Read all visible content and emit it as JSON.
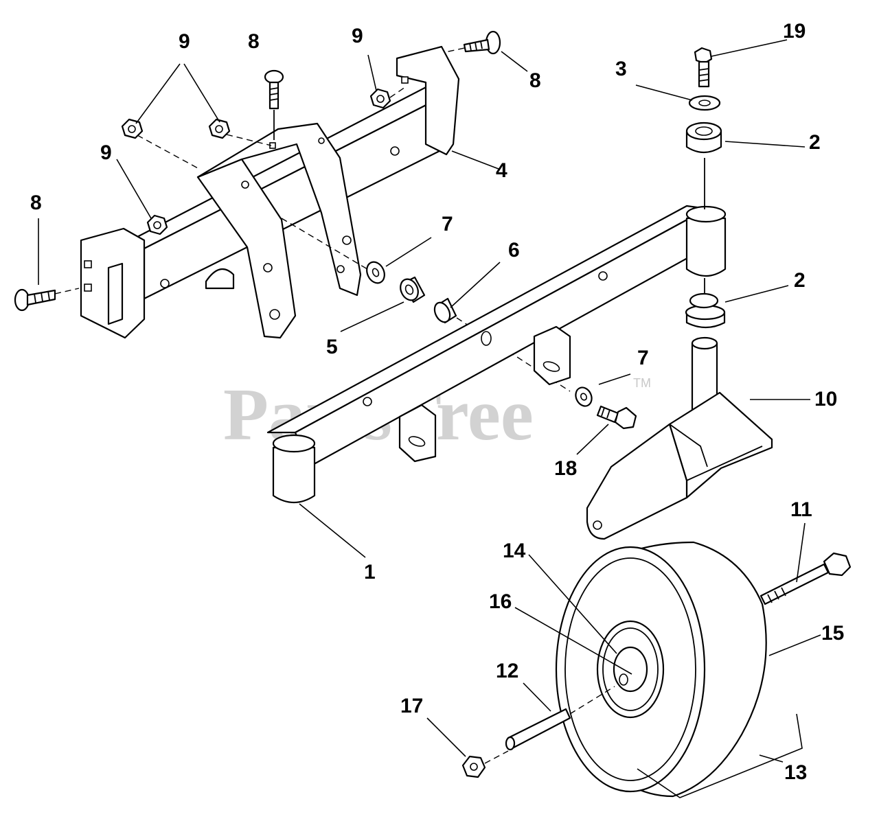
{
  "diagram": {
    "watermark": "PartsTree",
    "trademark": "TM",
    "callouts": [
      {
        "id": "c9a",
        "text": "9"
      },
      {
        "id": "c8a",
        "text": "8"
      },
      {
        "id": "c9b",
        "text": "9"
      },
      {
        "id": "c19",
        "text": "19"
      },
      {
        "id": "c8b",
        "text": "8"
      },
      {
        "id": "c3",
        "text": "3"
      },
      {
        "id": "c2a",
        "text": "2"
      },
      {
        "id": "c9c",
        "text": "9"
      },
      {
        "id": "c4",
        "text": "4"
      },
      {
        "id": "c8c",
        "text": "8"
      },
      {
        "id": "c7a",
        "text": "7"
      },
      {
        "id": "c6",
        "text": "6"
      },
      {
        "id": "c2b",
        "text": "2"
      },
      {
        "id": "c5",
        "text": "5"
      },
      {
        "id": "c7b",
        "text": "7"
      },
      {
        "id": "c10",
        "text": "10"
      },
      {
        "id": "c18",
        "text": "18"
      },
      {
        "id": "c11",
        "text": "11"
      },
      {
        "id": "c1",
        "text": "1"
      },
      {
        "id": "c14",
        "text": "14"
      },
      {
        "id": "c16",
        "text": "16"
      },
      {
        "id": "c15",
        "text": "15"
      },
      {
        "id": "c12",
        "text": "12"
      },
      {
        "id": "c17",
        "text": "17"
      },
      {
        "id": "c13",
        "text": "13"
      }
    ]
  }
}
